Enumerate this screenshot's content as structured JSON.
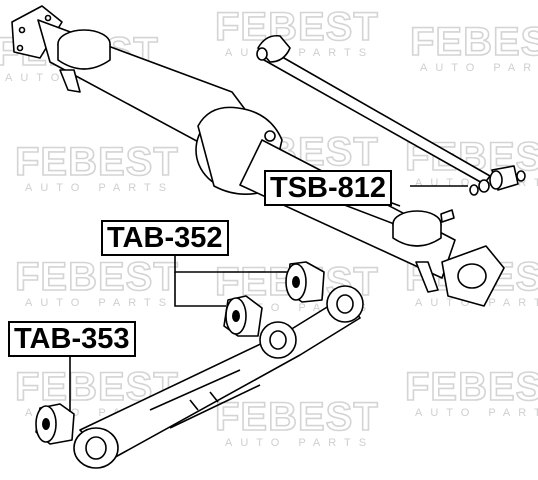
{
  "watermark": {
    "brand": "FEBEST",
    "sub": "AUTO PARTS"
  },
  "callouts": [
    {
      "part_number": "TSB-812"
    },
    {
      "part_number": "TAB-352"
    },
    {
      "part_number": "TAB-353"
    }
  ],
  "colors": {
    "ink": "#000000",
    "watermark": "#d4d4d4",
    "background": "#ffffff"
  }
}
